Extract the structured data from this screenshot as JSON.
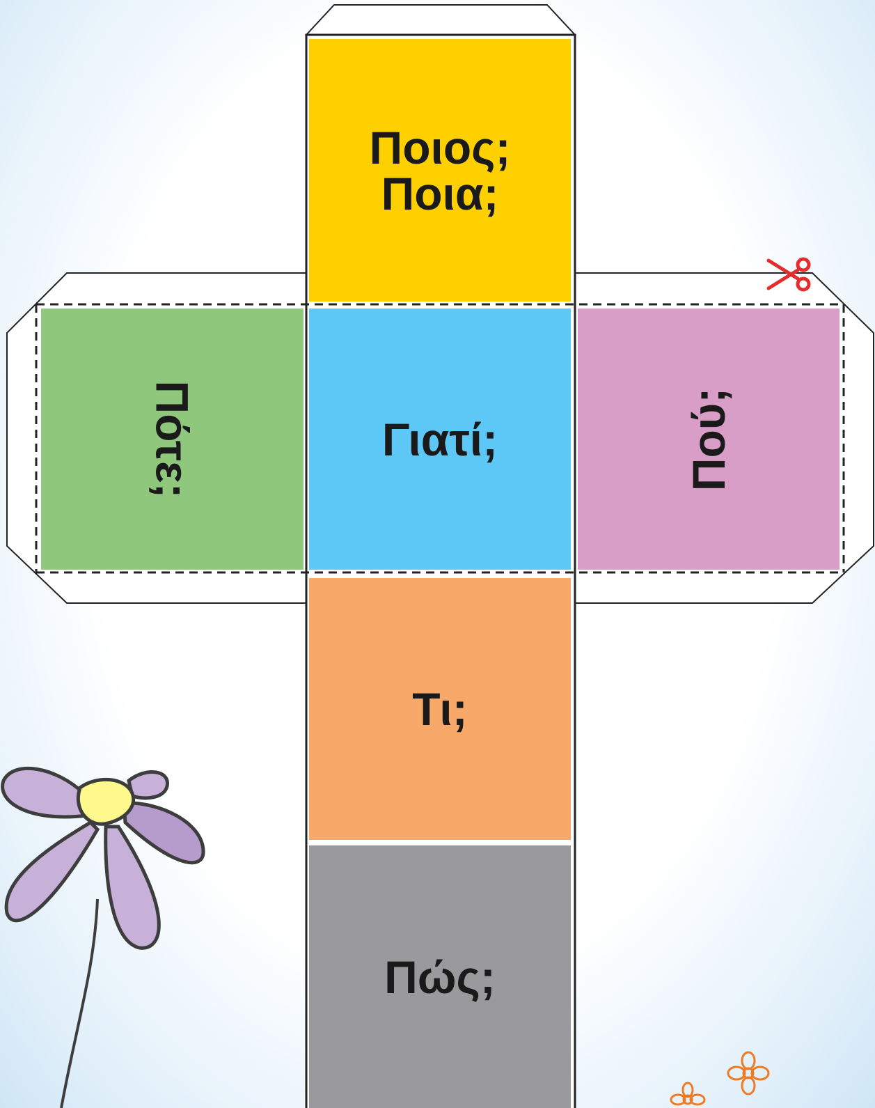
{
  "colors": {
    "top_face": "#ffd000",
    "left_face": "#8fc87d",
    "center_face": "#5dc8f5",
    "right_face": "#d99ec7",
    "lower_face": "#f8a96a",
    "bottom_face": "#9a999b",
    "scissors": "#e42d2d",
    "flower_petals": "#c7b1d9",
    "flower_center": "#fff88c",
    "small_flowers": "#f07a23"
  },
  "faces": {
    "top": {
      "line1": "Ποιος;",
      "line2": "Ποια;"
    },
    "left": {
      "label": "Πότε;"
    },
    "center": {
      "label": "Γιατί;"
    },
    "right": {
      "label": "Πού;"
    },
    "lower": {
      "label": "Τι;"
    },
    "bottom": {
      "label": "Πώς;"
    }
  },
  "icons": {
    "scissors": "scissors-icon",
    "flower": "daisy-flower",
    "small_flowers": "small-flower-doodles"
  }
}
